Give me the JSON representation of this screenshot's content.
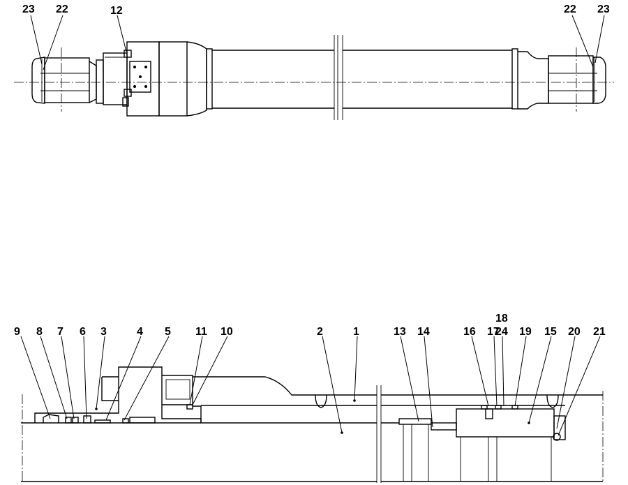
{
  "callouts_top": [
    {
      "text": "23"
    },
    {
      "text": "22"
    },
    {
      "text": "12"
    },
    {
      "text": "22"
    },
    {
      "text": "23"
    }
  ],
  "callouts_bottom": [
    {
      "text": "9"
    },
    {
      "text": "8"
    },
    {
      "text": "7"
    },
    {
      "text": "6"
    },
    {
      "text": "3"
    },
    {
      "text": "4"
    },
    {
      "text": "5"
    },
    {
      "text": "11"
    },
    {
      "text": "10"
    },
    {
      "text": "2"
    },
    {
      "text": "1"
    },
    {
      "text": "13"
    },
    {
      "text": "14"
    },
    {
      "text": "16"
    },
    {
      "text": "17"
    },
    {
      "text": "18"
    },
    {
      "text": "24"
    },
    {
      "text": "19"
    },
    {
      "text": "15"
    },
    {
      "text": "20"
    },
    {
      "text": "21"
    }
  ]
}
